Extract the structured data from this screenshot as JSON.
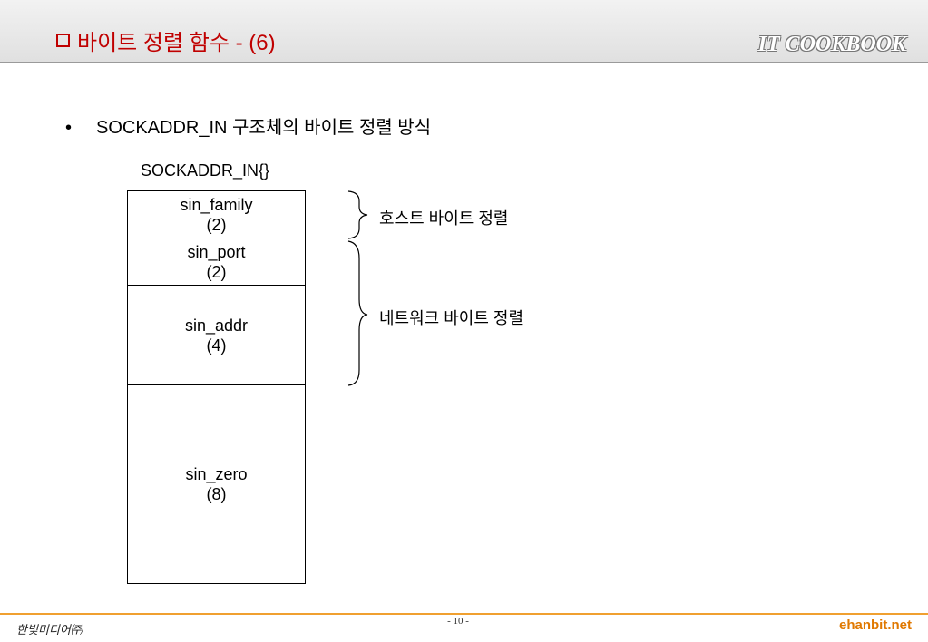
{
  "header": {
    "title": "바이트 정렬 함수 - (6)",
    "brand": "IT COOKBOOK",
    "title_color": "#c00000"
  },
  "content": {
    "bullet_symbol": "•",
    "bullet_text": "SOCKADDR_IN 구조체의 바이트 정렬 방식",
    "struct_label": "SOCKADDR_IN{}",
    "fields": [
      {
        "name": "sin_family",
        "size": "(2)"
      },
      {
        "name": "sin_port",
        "size": "(2)"
      },
      {
        "name": "sin_addr",
        "size": "(4)"
      },
      {
        "name": "sin_zero",
        "size": "(8)"
      }
    ],
    "host_order_label": "호스트 바이트 정렬",
    "network_order_label": "네트워크 바이트 정렬"
  },
  "footer": {
    "publisher": "한빛미디어㈜",
    "page": "- 10 -",
    "site": "ehanbit.net",
    "accent_color": "#e07800"
  }
}
